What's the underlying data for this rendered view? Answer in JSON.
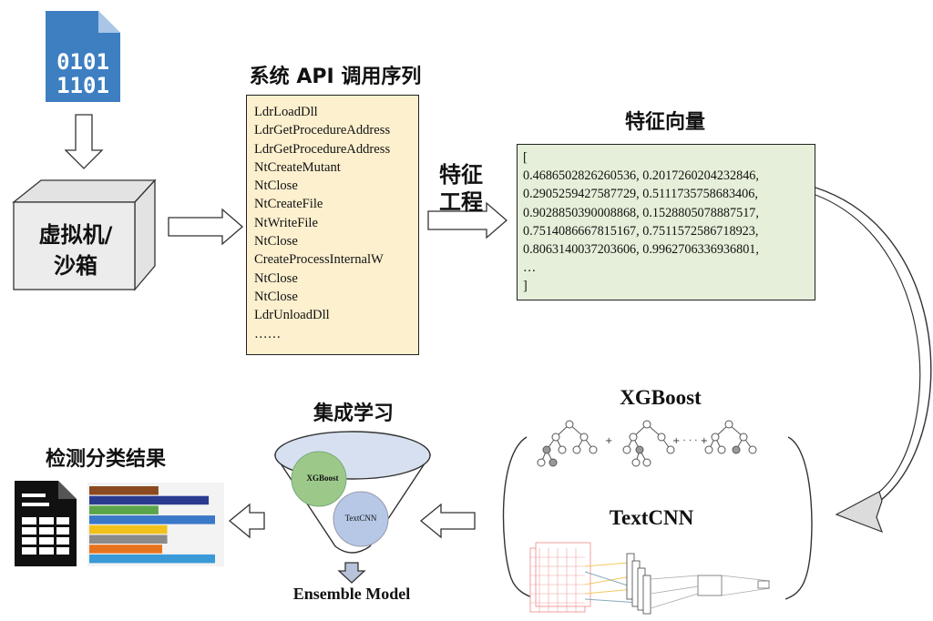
{
  "file_icon": {
    "line1": "0101",
    "line2": "1101"
  },
  "sandbox": {
    "label_line1": "虚拟机/",
    "label_line2": "沙箱"
  },
  "api_sequence": {
    "title": "系统 API 调用序列",
    "calls": [
      "LdrLoadDll",
      "LdrGetProcedureAddress",
      "LdrGetProcedureAddress",
      "NtCreateMutant",
      "NtClose",
      "NtCreateFile",
      "NtWriteFile",
      "NtClose",
      "CreateProcessInternalW",
      "NtClose",
      "NtClose",
      "LdrUnloadDll",
      "……"
    ]
  },
  "feature_engineering": {
    "line1": "特征",
    "line2": "工程"
  },
  "feature_vector": {
    "title": "特征向量",
    "lines": [
      "[",
      "0.4686502826260536, 0.2017260204232846,",
      "0.2905259427587729, 0.5111735758683406,",
      "0.9028850390008868, 0.1528805078887517,",
      "0.7514086667815167, 0.7511572586718923,",
      "0.8063140037203606, 0.9962706336936801,",
      "…",
      "]"
    ]
  },
  "models": {
    "xgboost": "XGBoost",
    "textcnn": "TextCNN",
    "tree_separator": "+ · · · +"
  },
  "ensemble": {
    "title": "集成学习",
    "label_xgb": "XGBoost",
    "label_textcnn": "TextCNN",
    "output": "Ensemble Model"
  },
  "result": {
    "title": "检测分类结果"
  },
  "colors": {
    "file_blue": "#3d7fc1",
    "api_bg": "#fdf0cf",
    "vector_bg": "#e6efd9",
    "venn_green": "#9cc98a",
    "venn_blue": "#b6c8e6"
  },
  "bar_chart": {
    "bars": [
      {
        "color": "#8b4a1f",
        "value": 0.55
      },
      {
        "color": "#2a3b8f",
        "value": 0.95
      },
      {
        "color": "#5aa54a",
        "value": 0.55
      },
      {
        "color": "#3a78c8",
        "value": 1.0
      },
      {
        "color": "#f2c21b",
        "value": 0.62
      },
      {
        "color": "#8a8a8a",
        "value": 0.62
      },
      {
        "color": "#e8731e",
        "value": 0.58
      },
      {
        "color": "#3a9ad8",
        "value": 1.0
      }
    ]
  }
}
